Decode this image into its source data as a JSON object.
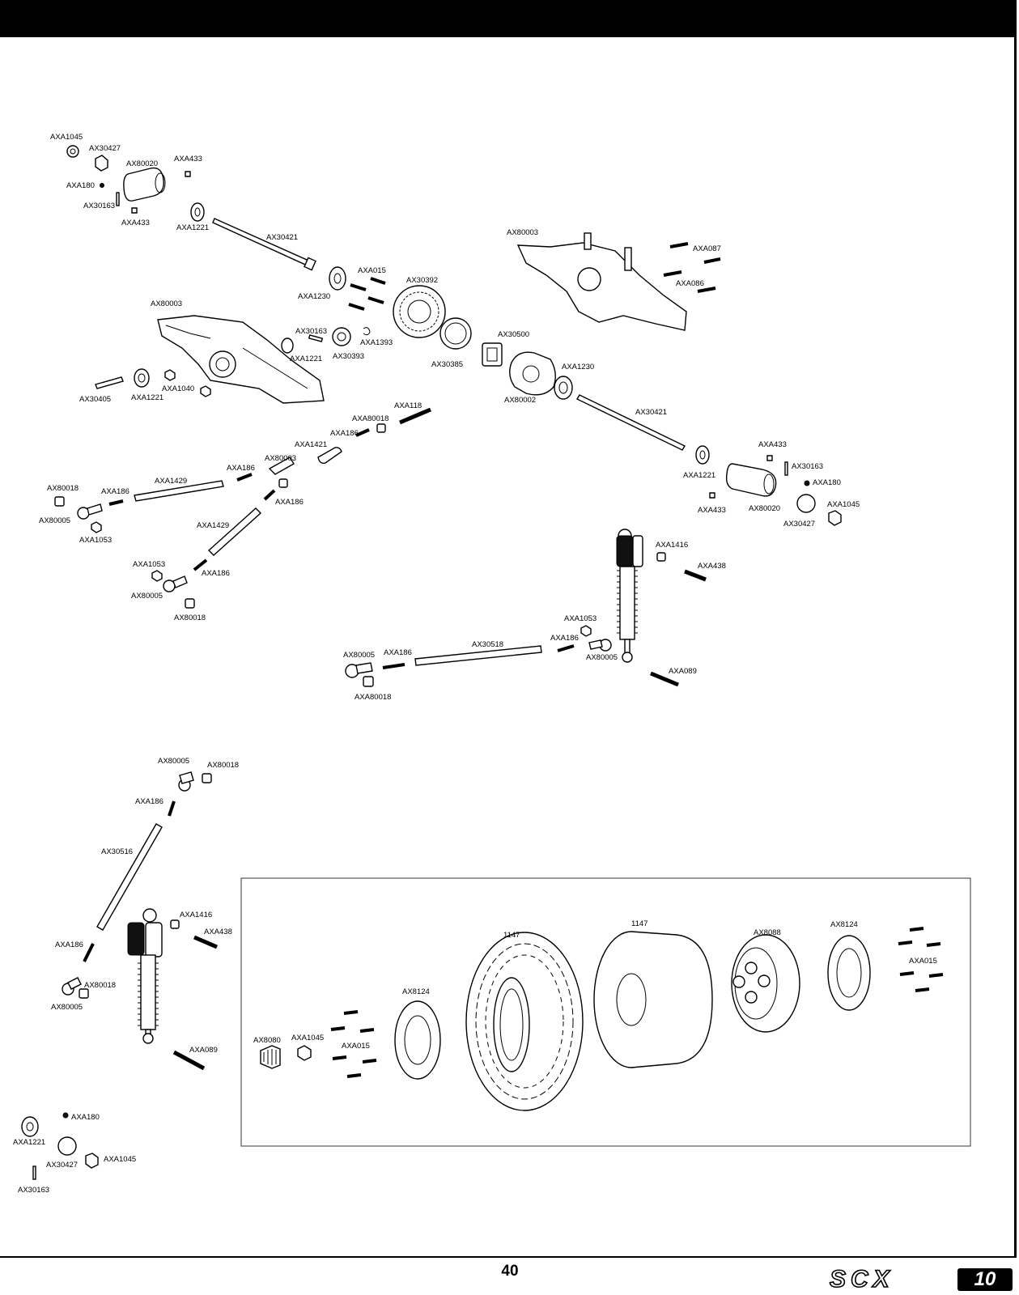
{
  "page": {
    "number": "40"
  },
  "brand": {
    "logo_text": "SCX",
    "logo_number": "10"
  },
  "labels": {
    "l1": "AXA1045",
    "l2": "AX30427",
    "l3": "AX80020",
    "l4": "AXA433",
    "l5": "AXA180",
    "l6": "AX30163",
    "l7": "AXA433",
    "l8": "AXA1221",
    "l9": "AX30421",
    "l10": "AX80003",
    "l11": "AXA087",
    "l12": "AXA086",
    "l13": "AXA015",
    "l14": "AX30392",
    "l15": "AXA1230",
    "l16": "AX80003",
    "l17": "AX30163",
    "l18": "AXA1393",
    "l19": "AXA1221",
    "l20": "AX30393",
    "l21": "AX30500",
    "l22": "AX30385",
    "l23": "AXA1230",
    "l24": "AX80002",
    "l25": "AXA1040",
    "l26": "AX30405",
    "l27": "AXA1221",
    "l28": "AXA118",
    "l29": "AXA80018",
    "l30": "AXA186",
    "l31": "AX30421",
    "l32": "AXA1421",
    "l33": "AXA433",
    "l34": "AX30163",
    "l35": "AXA1221",
    "l36": "AXA180",
    "l37": "AX80003",
    "l38": "AXA186",
    "l39": "AXA1429",
    "l40": "AX80018",
    "l41": "AXA186",
    "l42": "AXA186",
    "l43": "AXA433",
    "l44": "AX80020",
    "l45": "AXA1045",
    "l46": "AX80005",
    "l47": "AX30427",
    "l48": "AXA1053",
    "l49": "AXA1429",
    "l50": "AXA1416",
    "l51": "AXA1053",
    "l52": "AXA438",
    "l53": "AXA186",
    "l54": "AX80005",
    "l55": "AX80018",
    "l56": "AXA1053",
    "l57": "AXA186",
    "l58": "AX30518",
    "l59": "AX80005",
    "l60": "AXA186",
    "l61": "AX80005",
    "l62": "AXA089",
    "l63": "AXA80018",
    "l64": "AX80005",
    "l65": "AX80018",
    "l66": "AXA186",
    "l67": "AX30516",
    "l68": "1147",
    "l69": "AX8124",
    "l70": "1147",
    "l71": "AX8088",
    "l72": "AXA1416",
    "l73": "AXA438",
    "l74": "AXA015",
    "l75": "AXA186",
    "l76": "AX80018",
    "l77": "AX8124",
    "l78": "AX80005",
    "l79": "AX8080",
    "l80": "AXA1045",
    "l81": "AXA015",
    "l82": "AXA089",
    "l83": "AXA180",
    "l84": "AXA1221",
    "l85": "AX30427",
    "l86": "AXA1045",
    "l87": "AX30163"
  }
}
